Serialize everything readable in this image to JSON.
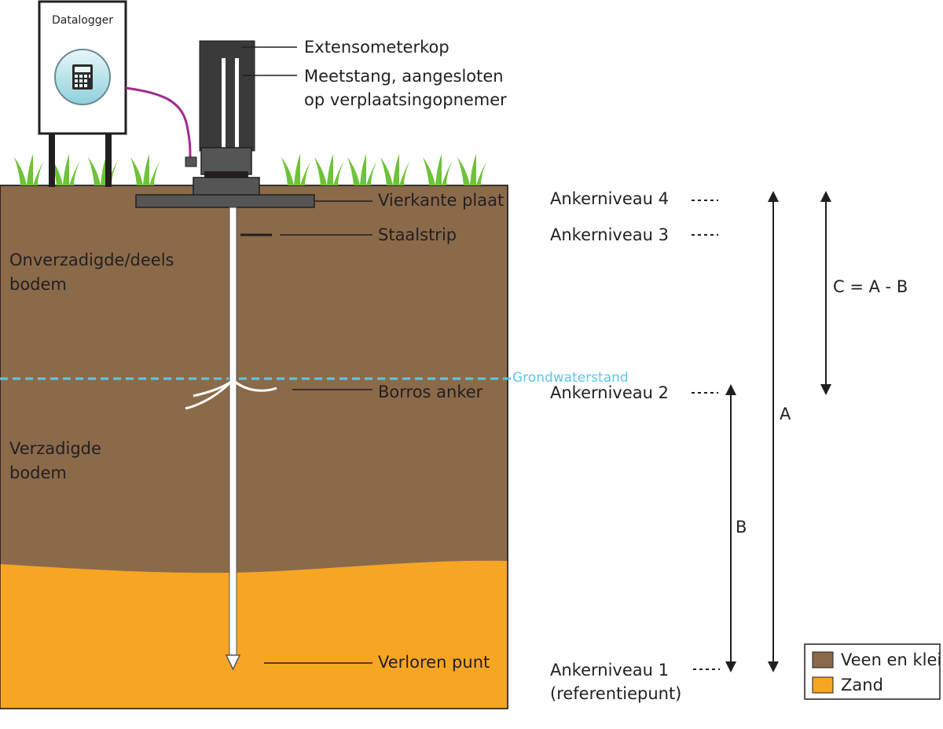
{
  "datalogger": {
    "label": "Datalogger",
    "icon": "calculator-icon"
  },
  "callouts": {
    "head": "Extensometerkop",
    "rod_line1": "Meetstang, aangesloten",
    "rod_line2": "op verplaatsingopnemer",
    "plate": "Vierkante plaat",
    "strip": "Staalstrip",
    "anchor": "Borros anker",
    "point": "Verloren punt"
  },
  "soil": {
    "unsaturated_line1": "Onverzadigde/deels",
    "unsaturated_line2": "bodem",
    "saturated_line1": "Verzadigde",
    "saturated_line2": "bodem",
    "groundwater": "Grondwaterstand"
  },
  "anchor_levels": {
    "level4": "Ankerniveau 4",
    "level3": "Ankerniveau 3",
    "level2": "Ankerniveau 2",
    "level1_line1": "Ankerniveau 1",
    "level1_line2": "(referentiepunt)"
  },
  "dimensions": {
    "a": "A",
    "b": "B",
    "c": "C = A - B"
  },
  "legend": [
    {
      "label": "Veen en klei",
      "color": "#8b6a4a"
    },
    {
      "label": "Zand",
      "color": "#f7a623"
    }
  ],
  "colors": {
    "peat_clay": "#8b6a4a",
    "sand": "#f7a623",
    "groundwater": "#5bc8e8",
    "cable": "#a02c8c",
    "instrument": "#3a3a3a"
  }
}
